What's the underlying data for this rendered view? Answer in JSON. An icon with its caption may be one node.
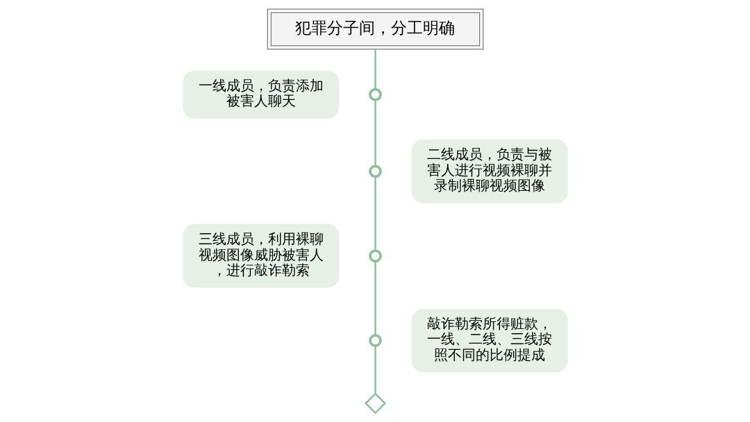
{
  "diagram": {
    "nodes": [
      {
        "text": [
          "犯罪分子间，分工明确"
        ]
      },
      {
        "text": [
          "一线成员，负责添加被害人聊天"
        ]
      },
      {
        "text": [],
        "shape": "circle"
      },
      {
        "text": [],
        "shape": "circle"
      },
      {
        "text": [
          "二线成员，负责与被害人进行视频裸聊并录制裸聊视频图像"
        ]
      },
      {
        "text": [
          "三线成员，利用裸聊视频图像威胁被害人，进行敲诈勒索"
        ]
      },
      {
        "text": [],
        "shape": "circle"
      },
      {
        "text": [],
        "shape": "circle"
      },
      {
        "text": [
          "敲诈勒索所得赃款，一线、二线、三线按照不同的比例提成"
        ]
      },
      {
        "text": [],
        "shape": "diamond"
      }
    ],
    "edges": [
      {
        "from": 0,
        "to": 2,
        "arrow": "none"
      },
      {
        "from": 2,
        "to": 3,
        "arrow": "none"
      },
      {
        "from": 3,
        "to": 6,
        "arrow": "none"
      },
      {
        "from": 6,
        "to": 7,
        "arrow": "none"
      },
      {
        "from": 7,
        "to": 9,
        "arrow": "none"
      }
    ]
  }
}
